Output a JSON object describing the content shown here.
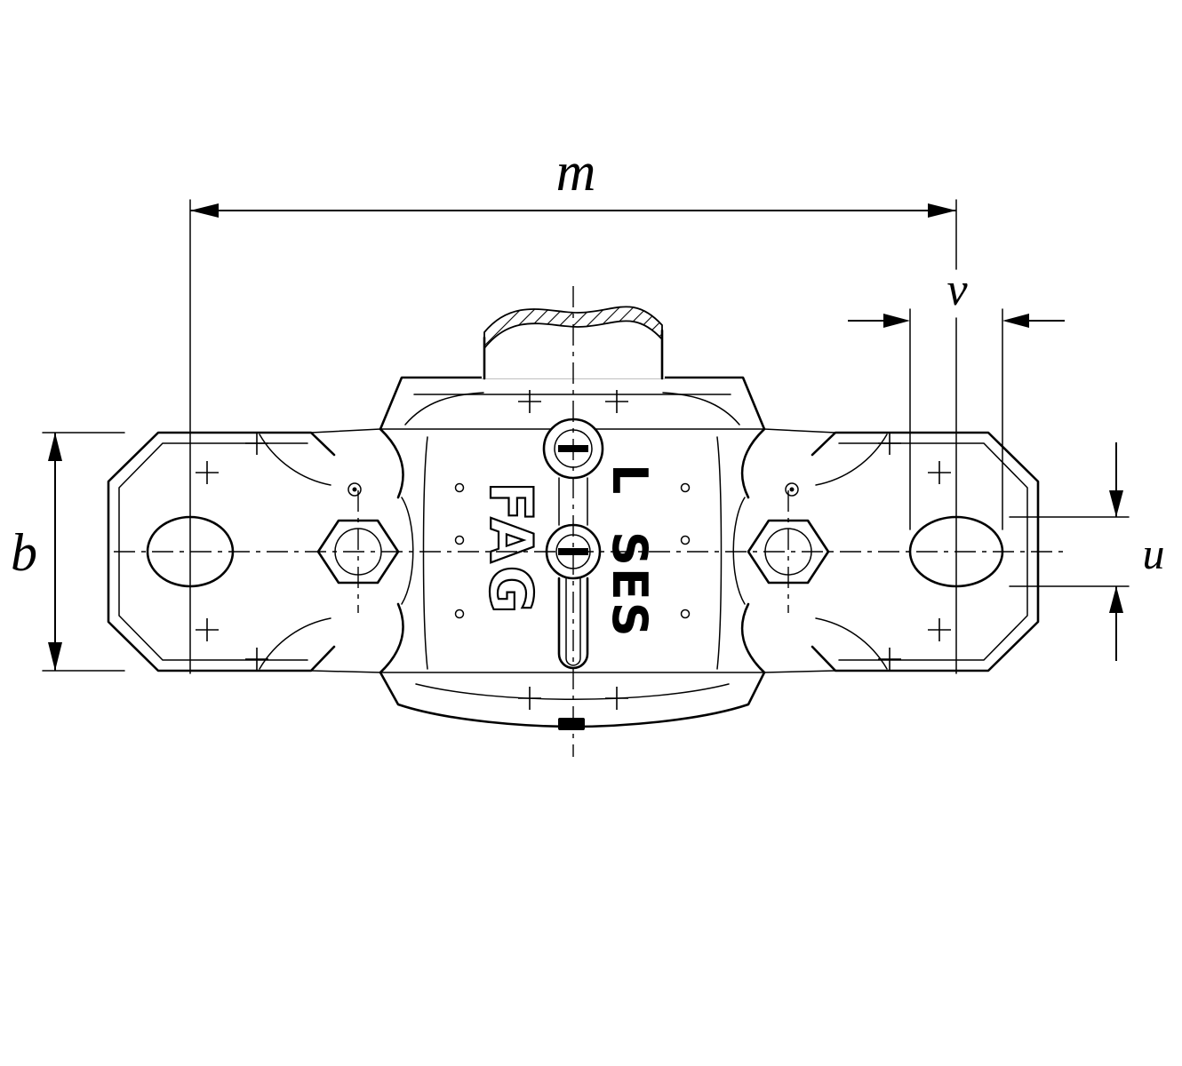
{
  "drawing": {
    "dimension_labels": {
      "m": "m",
      "v": "v",
      "b": "b",
      "u": "u"
    },
    "housing_markings": {
      "brand": "FAG",
      "series": "SES",
      "variant": "L"
    }
  }
}
